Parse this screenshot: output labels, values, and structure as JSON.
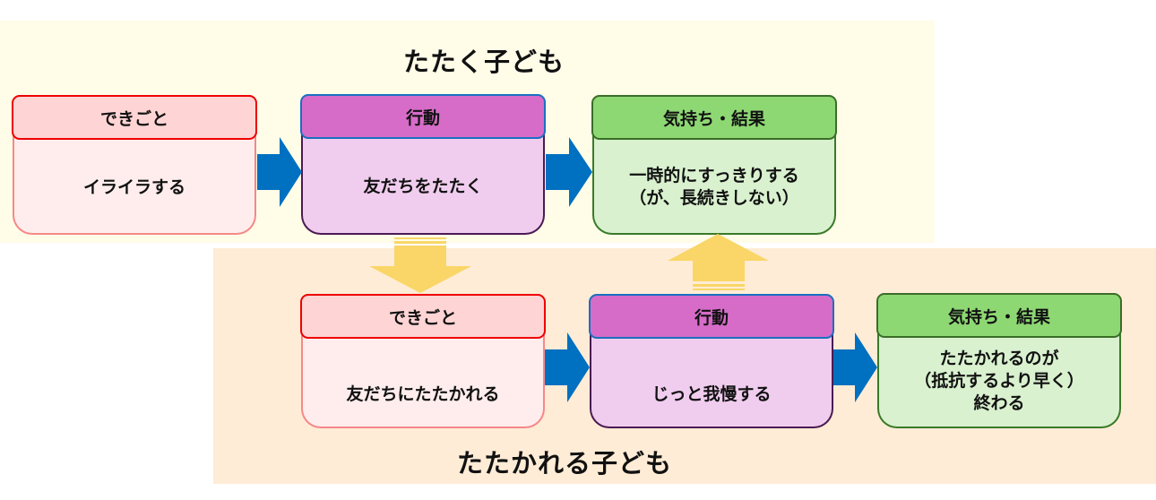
{
  "top_section": {
    "title": "たたく子ども",
    "boxes": [
      {
        "header": "できごと",
        "body": "イライラする",
        "kind": "event"
      },
      {
        "header": "行動",
        "body": "友だちをたたく",
        "kind": "action"
      },
      {
        "header": "気持ち・結果",
        "body_lines": [
          "一時的にすっきりする",
          "（が、長続きしない）"
        ],
        "kind": "feeling"
      }
    ]
  },
  "bottom_section": {
    "title": "たたかれる子ども",
    "boxes": [
      {
        "header": "できごと",
        "body": "友だちにたたかれる",
        "kind": "event"
      },
      {
        "header": "行動",
        "body": "じっと我慢する",
        "kind": "action"
      },
      {
        "header": "気持ち・結果",
        "body_lines": [
          "たたかれるのが",
          "（抵抗するより早く）",
          "終わる"
        ],
        "kind": "feeling"
      }
    ]
  },
  "connectors": [
    {
      "from": "top.event",
      "to": "top.action",
      "direction": "right",
      "color": "#0070c0"
    },
    {
      "from": "top.action",
      "to": "top.feeling",
      "direction": "right",
      "color": "#0070c0"
    },
    {
      "from": "top.action",
      "to": "bottom.event",
      "direction": "down",
      "color": "#f9d667"
    },
    {
      "from": "bottom.action",
      "to": "top.feeling",
      "direction": "up",
      "color": "#f9d667"
    },
    {
      "from": "bottom.event",
      "to": "bottom.action",
      "direction": "right",
      "color": "#0070c0"
    },
    {
      "from": "bottom.action",
      "to": "bottom.feeling",
      "direction": "right",
      "color": "#0070c0"
    }
  ],
  "colors": {
    "top_panel_bg": "#fffce8",
    "bottom_panel_bg": "#ffecd6",
    "event_header": "#ffd4d4",
    "action_header": "#d66cc8",
    "feeling_header": "#8ed874",
    "flow_arrow": "#0070c0",
    "cross_arrow": "#f9d667"
  }
}
